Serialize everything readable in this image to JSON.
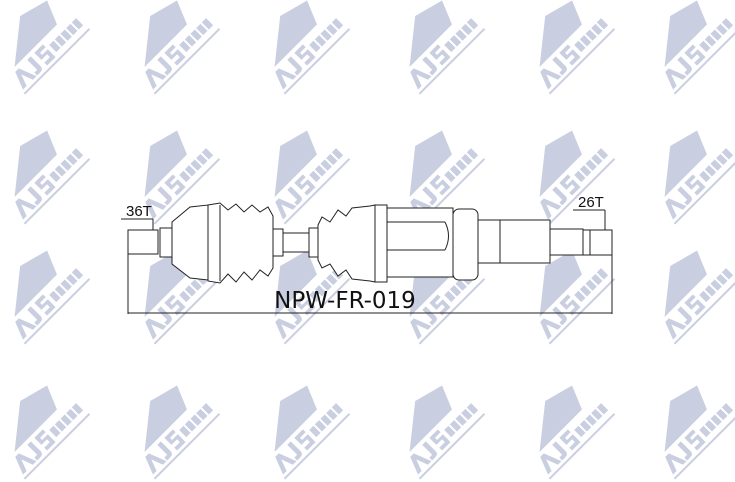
{
  "watermark": {
    "text_main": "AJS",
    "text_sub": "PARTS",
    "color": "#c9cfe0"
  },
  "diagram": {
    "left_spline": "36T",
    "right_spline": "26T",
    "part_number": "NPW-FR-019"
  }
}
